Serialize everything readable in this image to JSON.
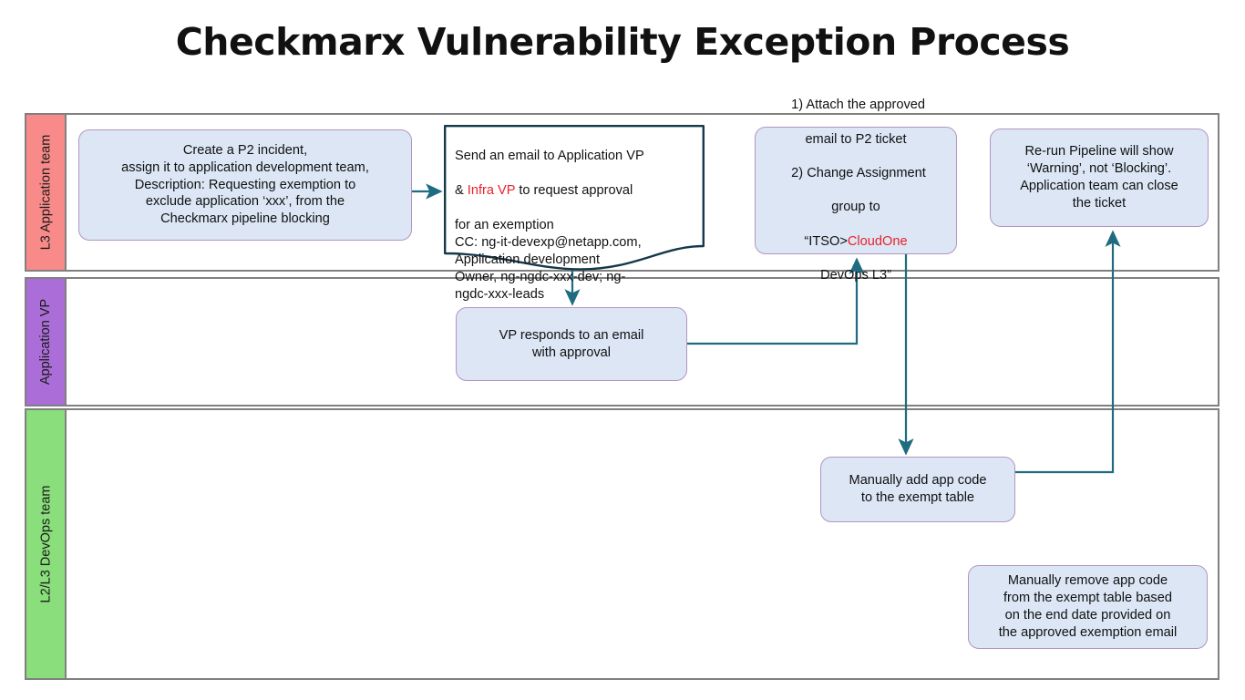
{
  "page": {
    "title": "Checkmarx Vulnerability Exception Process",
    "background": "#ffffff"
  },
  "colors": {
    "node_fill": "#dce6f5",
    "node_border": "#b295c0",
    "connector": "#1f6b80",
    "lane_border": "#808080",
    "lane1_header": "#f98a8a",
    "lane2_header": "#ab6ed8",
    "lane3_header": "#8ade7c",
    "highlight_red": "#e8232a",
    "document_border": "#15384a"
  },
  "lanes": [
    {
      "id": "lane-l3-application-team",
      "label": "L3 Application team"
    },
    {
      "id": "lane-application-vp",
      "label": "Application VP"
    },
    {
      "id": "lane-l2-l3-devops-team",
      "label": "L2/L3 DevOps team"
    }
  ],
  "nodes": {
    "create_incident": {
      "lane": "L3 Application team",
      "text": "Create a P2 incident,\nassign it to application development team,\nDescription: Requesting exemption to\nexclude application ‘xxx’, from the\nCheckmarx pipeline blocking"
    },
    "send_email": {
      "lane": "L3 Application team",
      "shape": "document",
      "line1_a": "Send an email to Application VP",
      "line2_a": "& ",
      "line2_red": "Infra VP",
      "line2_b": " to request approval",
      "rest": "for an exemption\nCC: ng-it-devexp@netapp.com,\nApplication development\nOwner, ng-ngdc-xxx-dev; ng-\nngdc-xxx-leads"
    },
    "attach_and_change": {
      "lane": "L3 Application team",
      "item1": "1)  Attach the approved",
      "item1_cont": "email to P2 ticket",
      "item2": "2)  Change Assignment",
      "item2_cont": "group to",
      "item3_pre": "“ITSO>",
      "item3_red": "CloudOne",
      "item3_post": "DevOps L3”"
    },
    "rerun_pipeline": {
      "lane": "L3 Application team",
      "text": "Re-run Pipeline will show\n‘Warning’, not ‘Blocking’.\nApplication team can close\nthe ticket"
    },
    "vp_responds": {
      "lane": "Application VP",
      "text": "VP responds to an email\nwith approval"
    },
    "add_app_code": {
      "lane": "L2/L3 DevOps team",
      "text": "Manually add app code\nto the exempt table"
    },
    "remove_app_code": {
      "lane": "L2/L3 DevOps team",
      "text": "Manually remove app code\nfrom the exempt table based\non the end date provided on\nthe approved exemption email"
    }
  },
  "connectors": [
    {
      "name": "create-to-email",
      "from": "create_incident",
      "to": "send_email",
      "style": "straight-right"
    },
    {
      "name": "email-to-vp",
      "from": "send_email",
      "to": "vp_responds",
      "style": "straight-down"
    },
    {
      "name": "vp-to-attach",
      "from": "vp_responds",
      "to": "attach_and_change",
      "style": "right-then-up"
    },
    {
      "name": "attach-to-add-code",
      "from": "attach_and_change",
      "to": "add_app_code",
      "style": "straight-down"
    },
    {
      "name": "add-code-to-rerun",
      "from": "add_app_code",
      "to": "rerun_pipeline",
      "style": "right-then-up"
    }
  ]
}
